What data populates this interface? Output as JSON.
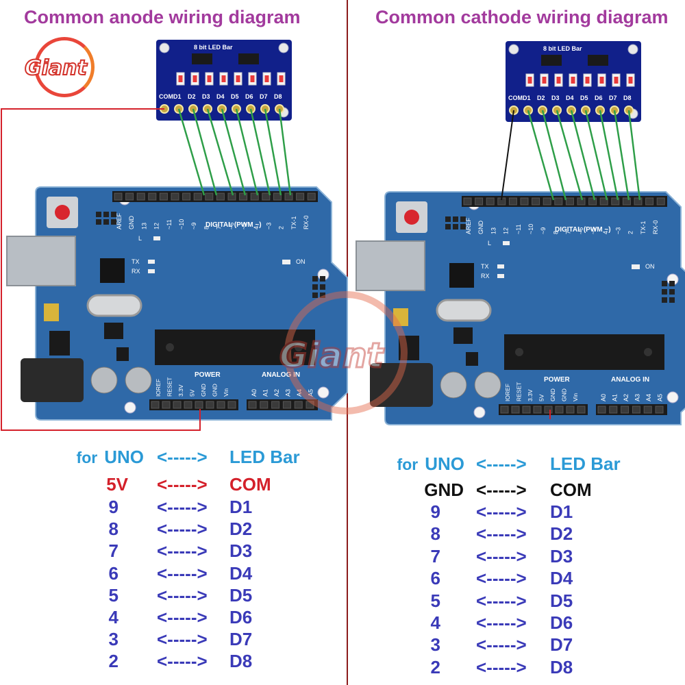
{
  "titles": {
    "left": "Common anode wiring diagram",
    "right": "Common cathode wiring diagram"
  },
  "logo": {
    "text": "Giant"
  },
  "watermark": {
    "text": "Giant"
  },
  "led_board": {
    "label": "8 bit LED Bar",
    "pins": [
      "COM",
      "D1",
      "D2",
      "D3",
      "D4",
      "D5",
      "D6",
      "D7",
      "D8"
    ]
  },
  "arduino": {
    "digital_header_labels": [
      "AREF",
      "GND",
      "13",
      "12",
      "~11",
      "~10",
      "~9",
      "8",
      "7",
      "~6",
      "~5",
      "4",
      "~3",
      "2",
      "TX-1",
      "RX-0"
    ],
    "digital_title": "DIGITAL (PWM ~)",
    "power_title": "POWER",
    "power_pins": [
      "IOREF",
      "RESET",
      "3.3V",
      "5V",
      "GND",
      "GND",
      "Vin"
    ],
    "analog_title": "ANALOG IN",
    "analog_pins": [
      "A0",
      "A1",
      "A2",
      "A3",
      "A4",
      "A5"
    ],
    "led_labels": {
      "l": "L",
      "tx": "TX",
      "rx": "RX",
      "on": "ON"
    }
  },
  "colors": {
    "title": "#a23a9d",
    "board_blue": "#2f69a8",
    "led_board_blue": "#11208a",
    "wire_green": "#2e9e48",
    "wire_red": "#d4202a",
    "wire_black": "#111111",
    "divider": "#8b1a1a"
  },
  "left_table": {
    "header": {
      "for": "for",
      "uno": "UNO",
      "arrow": "<----->",
      "led": "LED Bar"
    },
    "power": {
      "uno": "5V",
      "arrow": "<----->",
      "led": "COM"
    },
    "rows": [
      {
        "uno": "9",
        "arrow": "<----->",
        "led": "D1"
      },
      {
        "uno": "8",
        "arrow": "<----->",
        "led": "D2"
      },
      {
        "uno": "7",
        "arrow": "<----->",
        "led": "D3"
      },
      {
        "uno": "6",
        "arrow": "<----->",
        "led": "D4"
      },
      {
        "uno": "5",
        "arrow": "<----->",
        "led": "D5"
      },
      {
        "uno": "4",
        "arrow": "<----->",
        "led": "D6"
      },
      {
        "uno": "3",
        "arrow": "<----->",
        "led": "D7"
      },
      {
        "uno": "2",
        "arrow": "<----->",
        "led": "D8"
      }
    ]
  },
  "right_table": {
    "header": {
      "for": "for",
      "uno": "UNO",
      "arrow": "<----->",
      "led": "LED Bar"
    },
    "power": {
      "uno": "GND",
      "arrow": "<----->",
      "led": "COM"
    },
    "rows": [
      {
        "uno": "9",
        "arrow": "<----->",
        "led": "D1"
      },
      {
        "uno": "8",
        "arrow": "<----->",
        "led": "D2"
      },
      {
        "uno": "7",
        "arrow": "<----->",
        "led": "D3"
      },
      {
        "uno": "6",
        "arrow": "<----->",
        "led": "D4"
      },
      {
        "uno": "5",
        "arrow": "<----->",
        "led": "D5"
      },
      {
        "uno": "4",
        "arrow": "<----->",
        "led": "D6"
      },
      {
        "uno": "3",
        "arrow": "<----->",
        "led": "D7"
      },
      {
        "uno": "2",
        "arrow": "<----->",
        "led": "D8"
      }
    ]
  }
}
